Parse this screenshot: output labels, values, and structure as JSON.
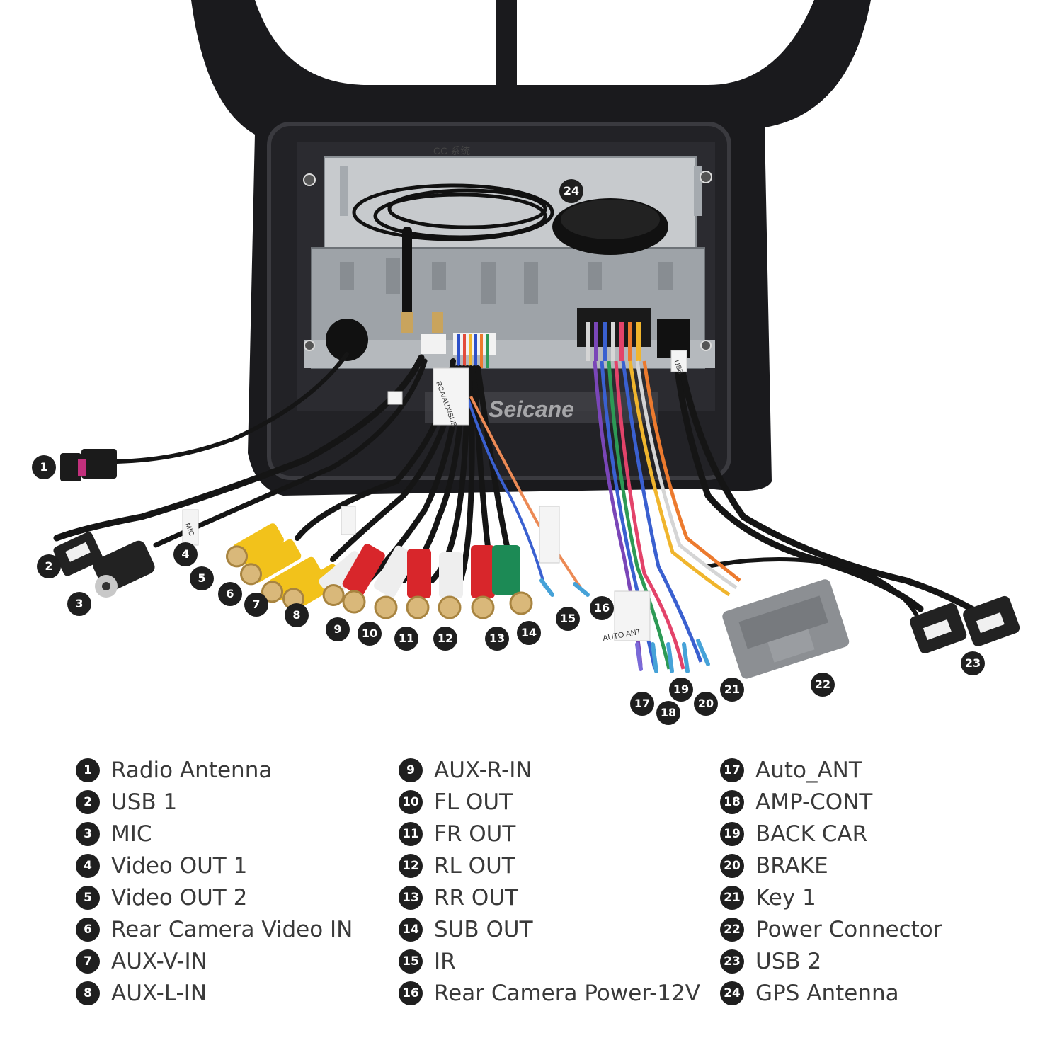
{
  "brand": "Seicane",
  "unit_labels": {
    "top_badge": "CC 系统",
    "rca_tag": "RCA/AUX/SUB",
    "usb_tag": "USB",
    "mic_tag": "MIC",
    "auto_ant_tag": "AUTO ANT"
  },
  "callouts": [
    "1",
    "2",
    "3",
    "4",
    "5",
    "6",
    "7",
    "8",
    "9",
    "10",
    "11",
    "12",
    "13",
    "14",
    "15",
    "16",
    "17",
    "18",
    "19",
    "20",
    "21",
    "22",
    "23",
    "24"
  ],
  "legend": {
    "col1": [
      {
        "num": "1",
        "label": "Radio Antenna"
      },
      {
        "num": "2",
        "label": "USB 1"
      },
      {
        "num": "3",
        "label": "MIC"
      },
      {
        "num": "4",
        "label": "Video OUT 1"
      },
      {
        "num": "5",
        "label": "Video OUT 2"
      },
      {
        "num": "6",
        "label": "Rear Camera Video IN"
      },
      {
        "num": "7",
        "label": "AUX-V-IN"
      },
      {
        "num": "8",
        "label": "AUX-L-IN"
      }
    ],
    "col2": [
      {
        "num": "9",
        "label": "AUX-R-IN"
      },
      {
        "num": "10",
        "label": "FL OUT"
      },
      {
        "num": "11",
        "label": "FR OUT"
      },
      {
        "num": "12",
        "label": "RL OUT"
      },
      {
        "num": "13",
        "label": "RR OUT"
      },
      {
        "num": "14",
        "label": "SUB OUT"
      },
      {
        "num": "15",
        "label": "IR"
      },
      {
        "num": "16",
        "label": "Rear Camera Power-12V"
      }
    ],
    "col3": [
      {
        "num": "17",
        "label": "Auto_ANT"
      },
      {
        "num": "18",
        "label": "AMP-CONT"
      },
      {
        "num": "19",
        "label": "BACK CAR"
      },
      {
        "num": "20",
        "label": "BRAKE"
      },
      {
        "num": "21",
        "label": "Key 1"
      },
      {
        "num": "22",
        "label": "Power Connector"
      },
      {
        "num": "23",
        "label": "USB 2"
      },
      {
        "num": "24",
        "label": "GPS Antenna"
      }
    ]
  },
  "colors": {
    "frame": "#1a1a1d",
    "chassis": "#9ea3a8",
    "chassis_dark": "#6d7277",
    "cable": "#151515",
    "rca_yellow": "#f2c21b",
    "rca_white": "#eeeeee",
    "rca_red": "#d8262b",
    "rca_green": "#1c8a55",
    "power_connector": "#8c8f93",
    "usb": "#222222",
    "fakra": "#c2307c"
  }
}
